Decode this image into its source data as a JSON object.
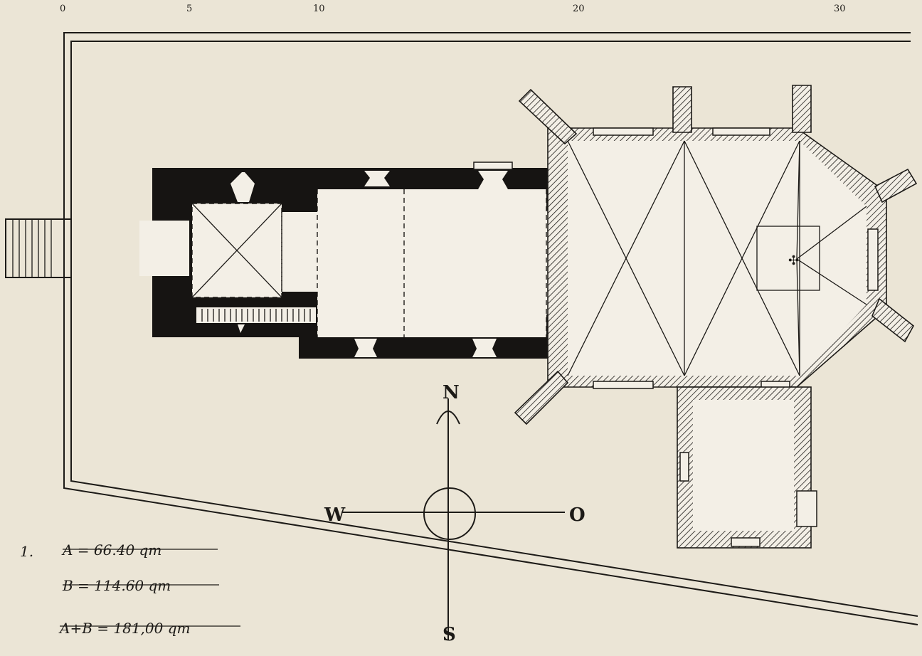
{
  "scale": {
    "ticks": [
      "0",
      "5",
      "10",
      "20",
      "30"
    ]
  },
  "figure_number": "1.",
  "areas": {
    "a": "A = 66.40 qm",
    "b": "B = 114.60 qm",
    "total": "A+B = 181,00 qm"
  },
  "compass": {
    "north": "N",
    "south": "S",
    "west": "W",
    "east": "O"
  }
}
